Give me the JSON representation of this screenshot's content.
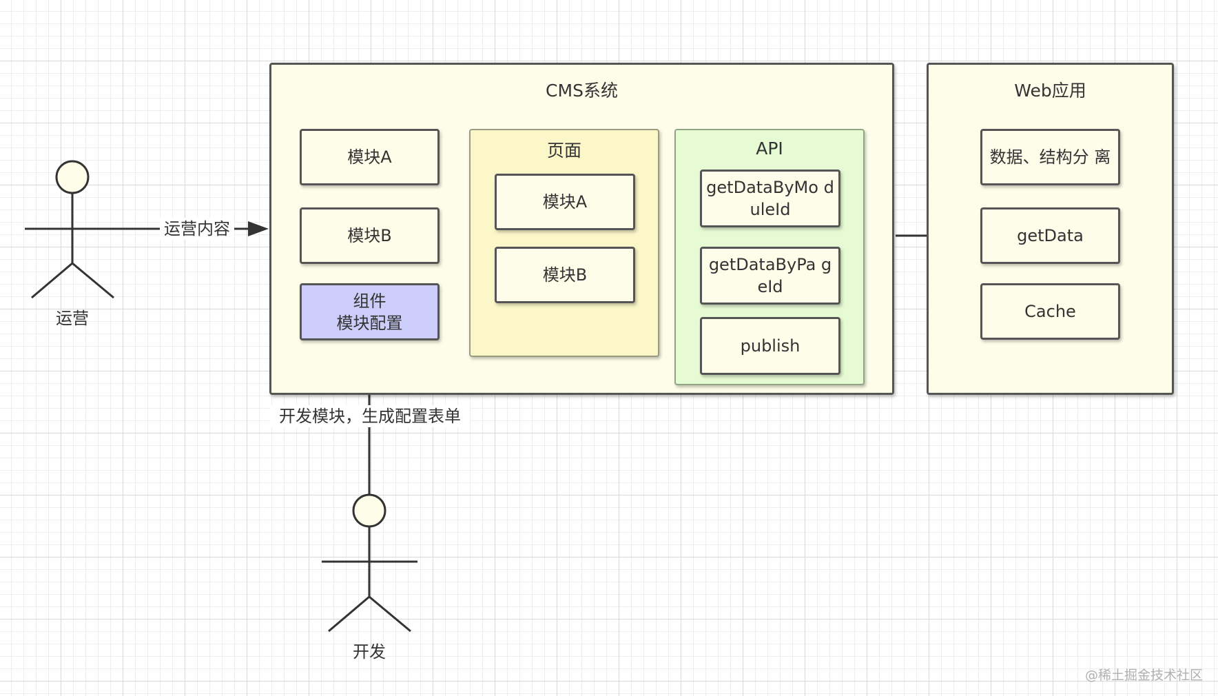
{
  "actors": {
    "ops": "运营",
    "dev": "开发"
  },
  "edges": {
    "ops_to_cms": "运营内容",
    "dev_to_config": "开发模块，生成配置表单"
  },
  "cms": {
    "title": "CMS系统",
    "left_items": [
      "模块A",
      "模块B"
    ],
    "config_line1": "组件",
    "config_line2": "模块配置",
    "page": {
      "title": "页面",
      "items": [
        "模块A",
        "模块B"
      ]
    },
    "api": {
      "title": "API",
      "items": [
        "getDataByMo duleId",
        "getDataByPa geId",
        "publish"
      ]
    }
  },
  "web": {
    "title": "Web应用",
    "items": [
      "数据、结构分 离",
      "getData",
      "Cache"
    ]
  },
  "colors": {
    "container_bg": "#fdfdea",
    "page_bg": "#fbf7c9",
    "api_bg": "#e6fad4",
    "config_bg": "#cccdf9",
    "border": "#555555"
  },
  "watermark": "@稀土掘金技术社区"
}
